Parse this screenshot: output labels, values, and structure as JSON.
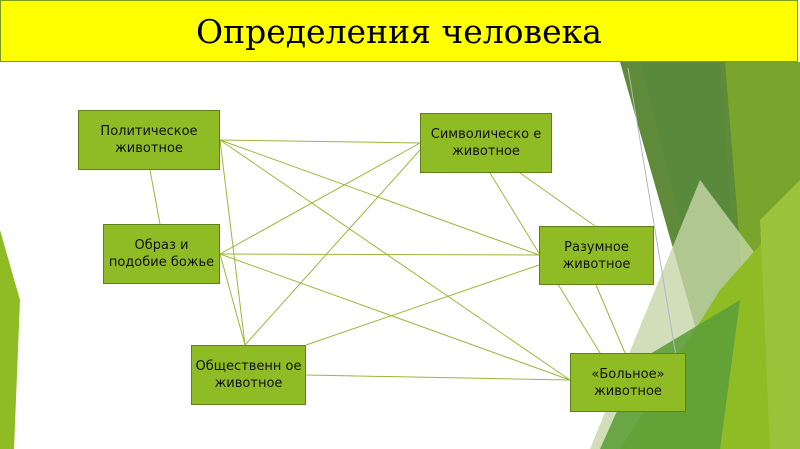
{
  "title": "Определения человека",
  "nodes": {
    "political": "Политическое животное",
    "symbolic": "Символическо е животное",
    "image": "Образ и подобие божье",
    "rational": "Разумное животное",
    "social": "Общественн ое животное",
    "sick": "«Больное» животное"
  },
  "colors": {
    "title_bg": "#ffff00",
    "node_bg": "#8fbc24",
    "line": "#9ab83a"
  }
}
